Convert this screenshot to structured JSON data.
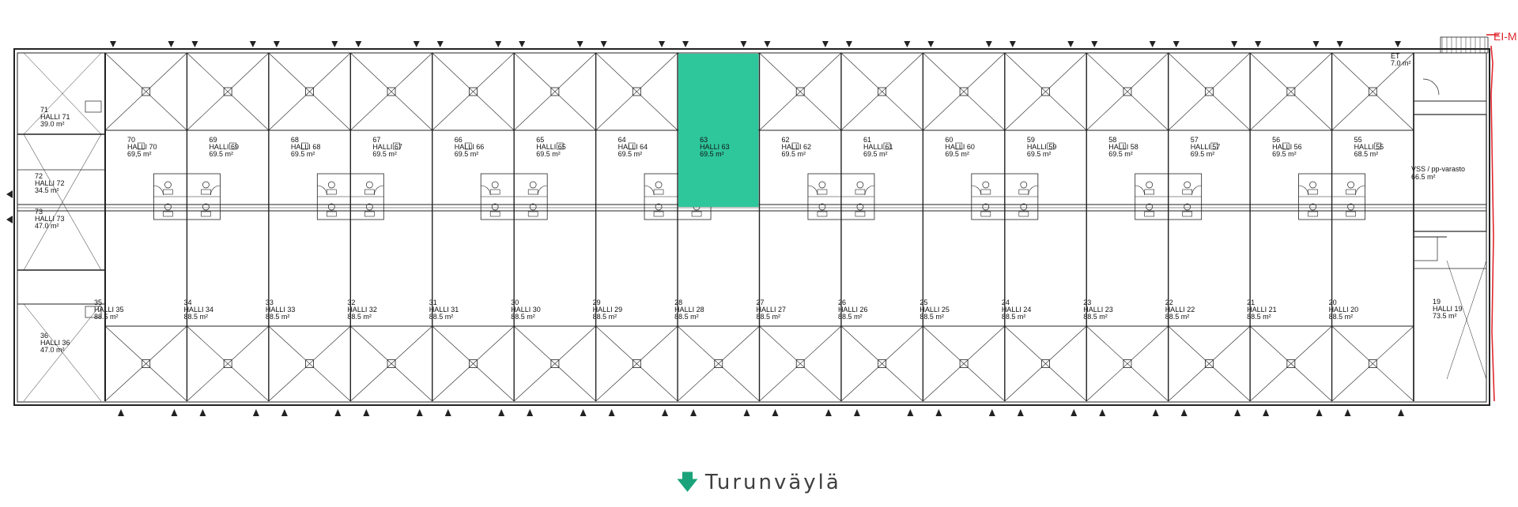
{
  "colors": {
    "highlight": "#2ec79c",
    "line": "#222222",
    "red": "#e0262c",
    "arrow": "#1aa37a"
  },
  "upper_units": [
    {
      "no": "70",
      "name": "HALLI 70",
      "area": "69,5 m²"
    },
    {
      "no": "69",
      "name": "HALLI 69",
      "area": "69.5 m²"
    },
    {
      "no": "68",
      "name": "HALLI 68",
      "area": "69.5 m²"
    },
    {
      "no": "67",
      "name": "HALLI 67",
      "area": "69.5 m²"
    },
    {
      "no": "66",
      "name": "HALLI 66",
      "area": "69.5 m²"
    },
    {
      "no": "65",
      "name": "HALLI 65",
      "area": "69.5 m²"
    },
    {
      "no": "64",
      "name": "HALLI 64",
      "area": "69.5 m²"
    },
    {
      "no": "63",
      "name": "HALLI 63",
      "area": "69.5 m²",
      "selected": true
    },
    {
      "no": "62",
      "name": "HALLI 62",
      "area": "69.5 m²"
    },
    {
      "no": "61",
      "name": "HALLI 61",
      "area": "69.5 m²"
    },
    {
      "no": "60",
      "name": "HALLI 60",
      "area": "69.5 m²"
    },
    {
      "no": "59",
      "name": "HALLI 59",
      "area": "69.5 m²"
    },
    {
      "no": "58",
      "name": "HALLI 58",
      "area": "69.5 m²"
    },
    {
      "no": "57",
      "name": "HALLI 57",
      "area": "69.5 m²"
    },
    {
      "no": "56",
      "name": "HALLI 56",
      "area": "69.5 m²"
    },
    {
      "no": "55",
      "name": "HALLI 55",
      "area": "68.5 m²"
    }
  ],
  "lower_units": [
    {
      "no": "35",
      "name": "HALLI 35",
      "area": "88.5 m²"
    },
    {
      "no": "34",
      "name": "HALLI 34",
      "area": "88.5 m²"
    },
    {
      "no": "33",
      "name": "HALLI 33",
      "area": "88.5 m²"
    },
    {
      "no": "32",
      "name": "HALLI 32",
      "area": "88.5 m²"
    },
    {
      "no": "31",
      "name": "HALLI 31",
      "area": "88.5 m²"
    },
    {
      "no": "30",
      "name": "HALLI 30",
      "area": "88.5 m²"
    },
    {
      "no": "29",
      "name": "HALLI 29",
      "area": "88.5 m²"
    },
    {
      "no": "28",
      "name": "HALLI 28",
      "area": "88.5 m²"
    },
    {
      "no": "27",
      "name": "HALLI 27",
      "area": "88.5 m²"
    },
    {
      "no": "26",
      "name": "HALLI 26",
      "area": "88.5 m²"
    },
    {
      "no": "25",
      "name": "HALLI 25",
      "area": "88.5 m²"
    },
    {
      "no": "24",
      "name": "HALLI 24",
      "area": "88.5 m²"
    },
    {
      "no": "23",
      "name": "HALLI 23",
      "area": "88.5 m²"
    },
    {
      "no": "22",
      "name": "HALLI 22",
      "area": "88.5 m²"
    },
    {
      "no": "21",
      "name": "HALLI 21",
      "area": "88.5 m²"
    },
    {
      "no": "20",
      "name": "HALLI 20",
      "area": "88.5 m²"
    }
  ],
  "left_units": [
    {
      "no": "71",
      "name": "HALLI 71",
      "area": "39.0 m²"
    },
    {
      "no": "72",
      "name": "HALLI 72",
      "area": "34.5 m²"
    },
    {
      "no": "73",
      "name": "HALLI 73",
      "area": "47.0 m²"
    },
    {
      "no": "36",
      "name": "HALLI 36",
      "area": "47.0 m²"
    }
  ],
  "right_units": {
    "hall19": {
      "no": "19",
      "name": "HALLI 19",
      "area": "73.5 m²"
    },
    "storage": {
      "name": "VSS / pp-varasto",
      "area": "66.5 m²"
    },
    "et": {
      "name": "ET",
      "area": "7.0 m²"
    },
    "edge_label": "EI-M"
  },
  "street": {
    "name": "Turunväylä",
    "icon": "arrow-down-icon"
  }
}
